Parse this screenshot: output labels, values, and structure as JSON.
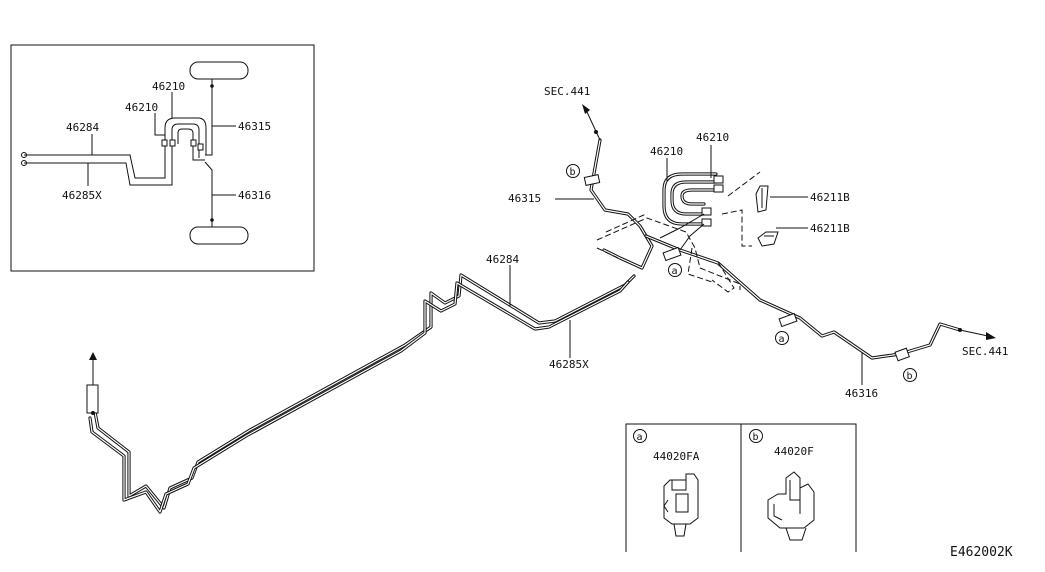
{
  "inset": {
    "labels": {
      "p46210_top": "46210",
      "p46210_left": "46210",
      "p46284": "46284",
      "p46315": "46315",
      "p46285x": "46285X",
      "p46316": "46316"
    }
  },
  "main": {
    "labels": {
      "sec441_top": "SEC.441",
      "sec441_right": "SEC.441",
      "p46210_a": "46210",
      "p46210_b": "46210",
      "p46315": "46315",
      "p46211b_a": "46211B",
      "p46211b_b": "46211B",
      "p46284": "46284",
      "p46285x": "46285X",
      "p46316": "46316"
    },
    "callouts": {
      "a": "a",
      "b": "b"
    }
  },
  "legend": {
    "a": {
      "marker": "a",
      "part": "44020FA"
    },
    "b": {
      "marker": "b",
      "part": "44020F"
    }
  },
  "diagram_code": "E462002K"
}
